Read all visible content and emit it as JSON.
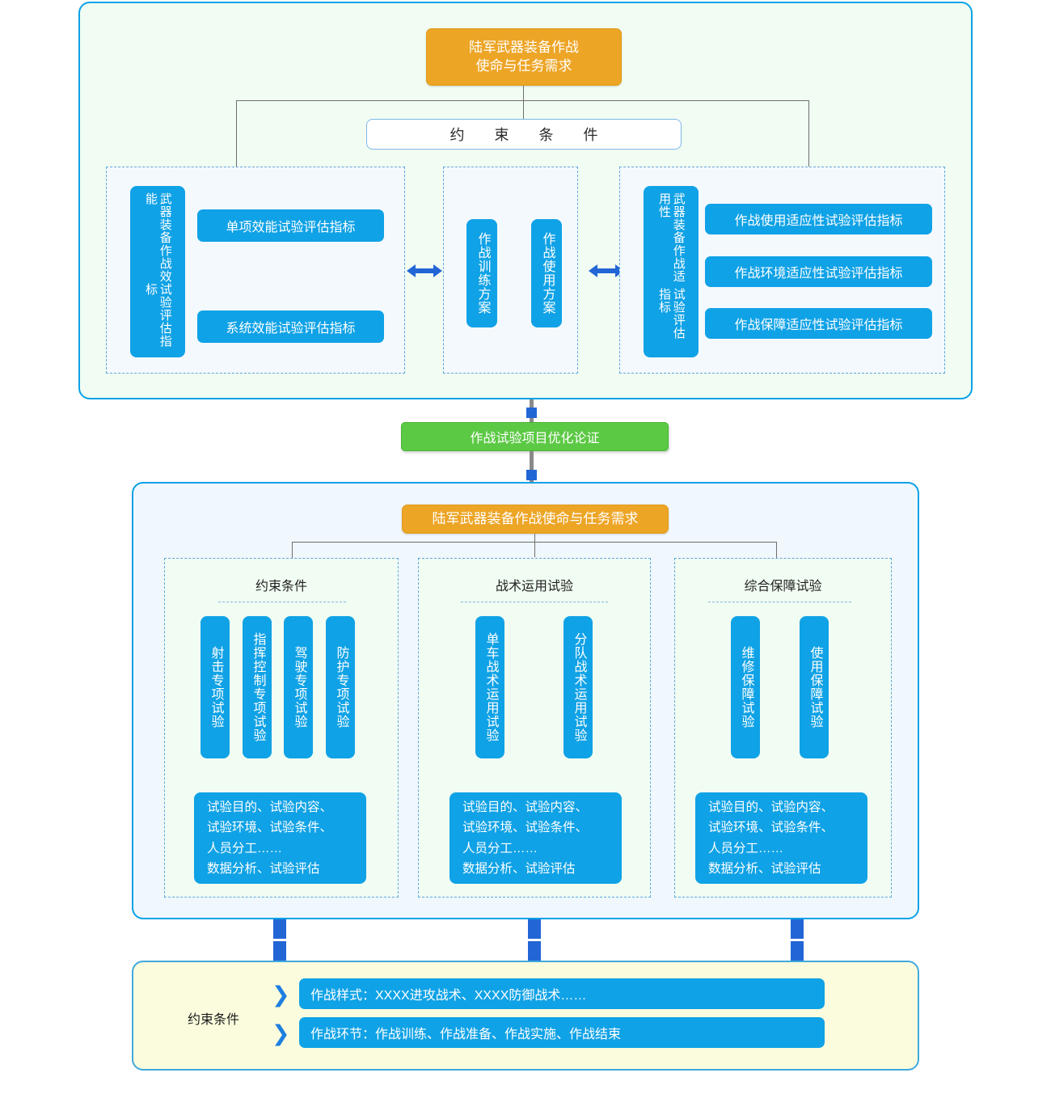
{
  "colors": {
    "blue": "#10a2e6",
    "orange": "#eda526",
    "green": "#5cc945",
    "panel1_bg": "#f1fcf2",
    "panel2_bg": "#f0f7fd",
    "panel3_bg": "#fbfcdd",
    "arrow_blue": "#2266d6"
  },
  "panel1": {
    "title": "陆军武器装备作战\n使命与任务需求",
    "title_line1": "陆军武器装备作战",
    "title_line2": "使命与任务需求",
    "constraint_box": "约 束 条 件",
    "left_group": {
      "vlabel_col_right": "试验评估指标",
      "vlabel_col_left": "武器装备作战效能",
      "items": [
        "单项效能试验评估指标",
        "系统效能试验评估指标"
      ]
    },
    "center_group": {
      "items": [
        "作战训练方案",
        "作战使用方案"
      ]
    },
    "right_group": {
      "vlabel_col_right": "试验评估指标",
      "vlabel_col_left": "武器装备作战适用性",
      "items": [
        "作战使用适应性试验评估指标",
        "作战环境适应性试验评估指标",
        "作战保障适应性试验评估指标"
      ]
    },
    "arrows": [
      "double-arrow-left",
      "double-arrow-right"
    ]
  },
  "connector": {
    "label": "作战试验项目优化论证"
  },
  "panel2": {
    "title": "陆军武器装备作战使命与任务需求",
    "groups": [
      {
        "title": "约束条件",
        "bars": [
          "射击专项试验",
          "指挥控制专项试验",
          "驾驶专项试验",
          "防护专项试验"
        ],
        "detail_lines": [
          "试验目的、试验内容、",
          "试验环境、试验条件、",
          "人员分工……",
          "数据分析、试验评估"
        ]
      },
      {
        "title": "战术运用试验",
        "bars": [
          "单车战术运用试验",
          "分队战术运用试验"
        ],
        "detail_lines": [
          "试验目的、试验内容、",
          "试验环境、试验条件、",
          "人员分工……",
          "数据分析、试验评估"
        ]
      },
      {
        "title": "综合保障试验",
        "bars": [
          "维修保障试验",
          "使用保障试验"
        ],
        "detail_lines": [
          "试验目的、试验内容、",
          "试验环境、试验条件、",
          "人员分工……",
          "数据分析、试验评估"
        ]
      }
    ]
  },
  "panel3": {
    "label": "约束条件",
    "rows": [
      "作战样式：XXXX进攻战术、XXXX防御战术……",
      "作战环节：作战训练、作战准备、作战实施、作战结束"
    ]
  }
}
